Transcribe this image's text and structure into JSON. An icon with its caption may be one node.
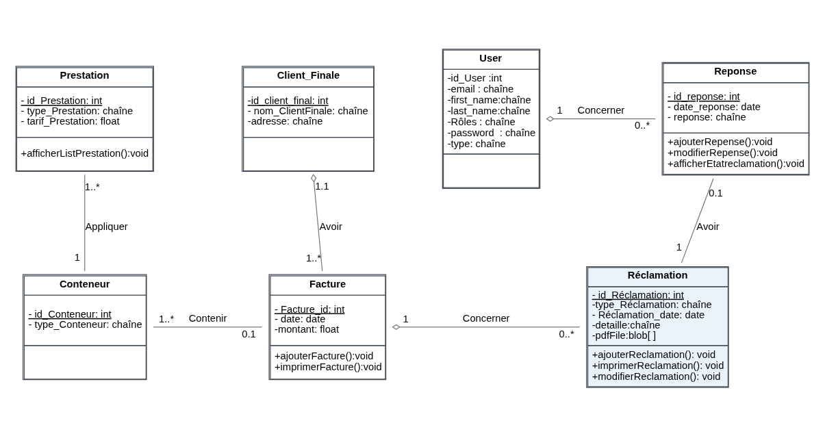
{
  "diagram": {
    "nodes": [
      {
        "text": [
          "Prestation",
          "- id_Prestation: int",
          "- type_Prestation: chaîne",
          "- tarif_Prestation: float",
          "+afficherListPrestation():void"
        ]
      },
      {
        "text": [
          "Client_Finale",
          "-id_client_final: int",
          "- nom_ClientFinale: chaîne",
          "-adresse: chaîne"
        ]
      },
      {
        "text": [
          "Reponse",
          "- id_reponse: int",
          "- date_reponse: date",
          "- reponse: chaîne",
          "+ajouterRepense():void",
          "+modifierRepense():void",
          "+afficherEtatreclamation():void"
        ]
      },
      {
        "text": [
          "User",
          "-id_User :int",
          "-email : chaîne",
          "-first_name:chaîne",
          "-last_name:chaîne",
          "-Rôles : chaîne",
          "-password  : chaîne",
          "-type: chaîne"
        ]
      },
      {
        "text": [
          "Conteneur",
          "- id_Conteneur: int",
          "- type_Conteneur: chaîne"
        ]
      },
      {
        "text": [
          "Facture",
          "- Facture_id: int",
          "- date: date",
          "-montant: float",
          "+ajouterFacture():void",
          "+imprimerFacture():void"
        ]
      },
      {
        "text": [
          "Réclamation",
          "- id_Réclamation: int",
          "-type_Réclamation: chaîne",
          "- Réclamation_date: date",
          "-detaille:chaîne",
          "-pdfFile:blob[ ]",
          "+ajouterReclamation(): void",
          "+imprimerReclamation(): void",
          "+modifierReclamation(): void"
        ]
      }
    ],
    "edges": [
      {
        "from": 0,
        "to": 4,
        "arrow": "none",
        "label": "Appliquer"
      },
      {
        "from": 1,
        "to": 5,
        "arrow": "other",
        "label": "Avoir"
      },
      {
        "from": 3,
        "to": 2,
        "arrow": "other",
        "label": "Concerner"
      },
      {
        "from": 2,
        "to": 6,
        "arrow": "none",
        "label": "Avoir"
      },
      {
        "from": 4,
        "to": 5,
        "arrow": "none",
        "label": "Contenir"
      },
      {
        "from": 5,
        "to": 6,
        "arrow": "other",
        "label": "Concerner"
      }
    ],
    "labels": [
      "1..*",
      "1",
      "1.1",
      "1..*",
      "1",
      "0..*",
      "0.1",
      "1",
      "1..*",
      "0.1",
      "1",
      "0..*"
    ]
  }
}
